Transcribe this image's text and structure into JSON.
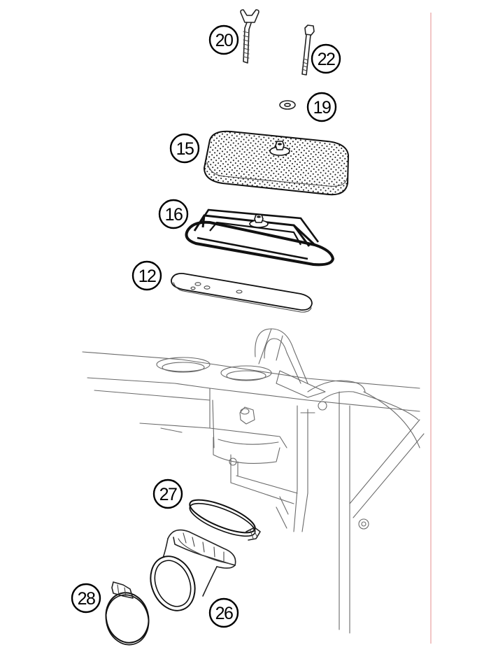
{
  "callouts": {
    "p20": "20",
    "p22": "22",
    "p19": "19",
    "p15": "15",
    "p16": "16",
    "p12": "12",
    "p27": "27",
    "p28": "28",
    "p26": "26"
  },
  "colors": {
    "margin_rule": "#e8a0a0",
    "line": "#222222",
    "frame": "#6a6a6a"
  },
  "icons": {
    "wing-bolt": "wing-bolt-icon",
    "hex-bolt": "hex-bolt-icon",
    "washer": "washer-icon",
    "filter": "air-filter-foam-icon",
    "cage": "filter-cage-icon",
    "plate": "base-plate-icon",
    "clamp": "hose-clamp-icon",
    "boot": "intake-boot-icon"
  }
}
